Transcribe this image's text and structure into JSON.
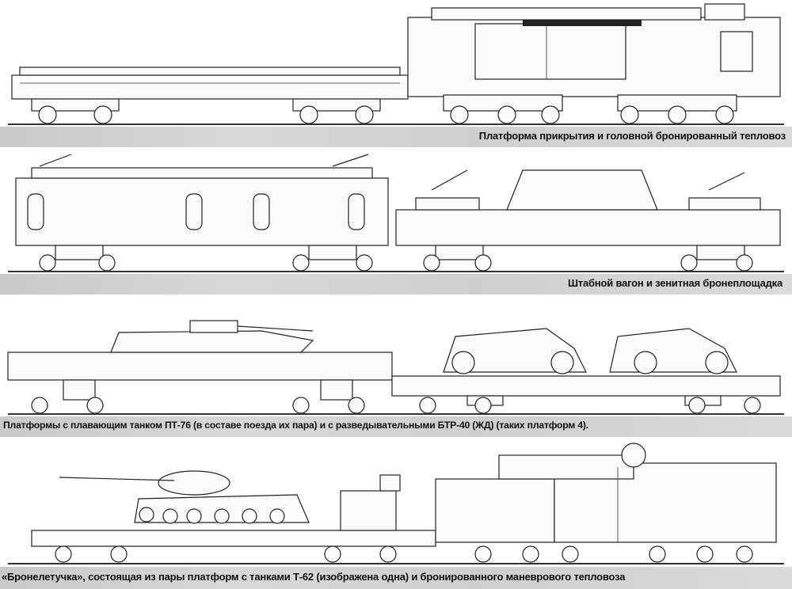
{
  "captions": [
    "Платформа прикрытия и головной бронированный тепловоз",
    "Штабной вагон и зенитная бронеплощадка",
    "Платформы с плавающим танком ПТ-76 (в составе поезда их пара) и с разведывательными БТР-40 (ЖД) (таких платформ 4).",
    "«Бронелетучка», состоящая из пары платформ с танками Т-62 (изображена одна) и бронированного маневрового тепловоза"
  ]
}
